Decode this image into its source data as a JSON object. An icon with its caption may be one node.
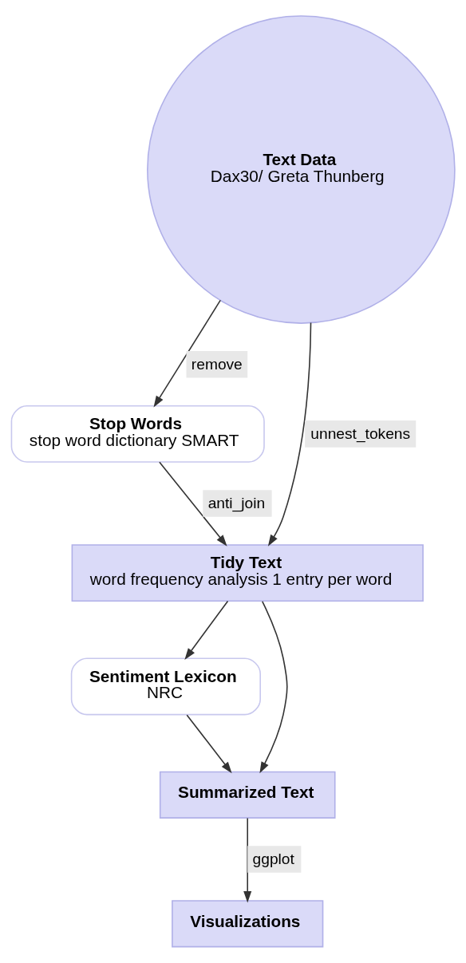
{
  "diagram": {
    "nodes": [
      {
        "text": [
          "Text Data",
          "Dax30/ Greta Thunberg"
        ]
      },
      {
        "text": [
          "Stop Words",
          "stop word dictionary SMART"
        ]
      },
      {
        "text": [
          "Tidy Text",
          "word frequency analysis 1 entry per word"
        ]
      },
      {
        "text": [
          "Sentiment Lexicon",
          "NRC"
        ]
      },
      {
        "text": [
          "Summarized Text"
        ]
      },
      {
        "text": [
          "Visualizations"
        ]
      }
    ],
    "edges": [
      {
        "from": 0,
        "to": 2,
        "arrow": "to",
        "label": "unnest_tokens"
      },
      {
        "from": 0,
        "to": 1,
        "arrow": "to",
        "label": "remove"
      },
      {
        "from": 1,
        "to": 2,
        "arrow": "to",
        "label": "anti_join"
      },
      {
        "from": 2,
        "to": 3,
        "arrow": "to"
      },
      {
        "from": 2,
        "to": 4,
        "arrow": "to"
      },
      {
        "from": 3,
        "to": 4,
        "arrow": "to"
      },
      {
        "from": 4,
        "to": 5,
        "arrow": "to",
        "label": "ggplot"
      }
    ]
  }
}
